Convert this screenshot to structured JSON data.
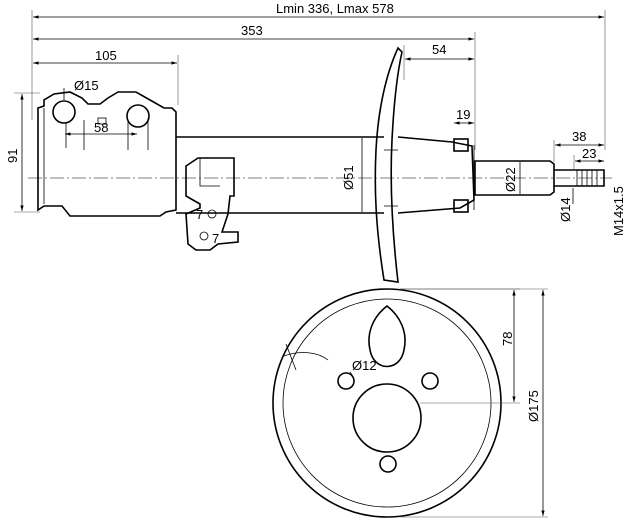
{
  "drawing": {
    "labels": {
      "overall_length": "Lmin 336, Lmax 578",
      "length_353": "353",
      "length_105": "105",
      "length_54": "54",
      "diam_15": "Ø15",
      "spacing_58": "58",
      "dist_19": "19",
      "length_38": "38",
      "length_23": "23",
      "height_91": "91",
      "diam_51": "Ø51",
      "diam_22": "Ø22",
      "diam_14": "Ø14",
      "thread_m14": "M14x1.5",
      "bracket_7a": "7",
      "bracket_7b": "7",
      "dim_78": "78",
      "diam_12": "Ø12",
      "diam_175": "Ø175"
    }
  }
}
